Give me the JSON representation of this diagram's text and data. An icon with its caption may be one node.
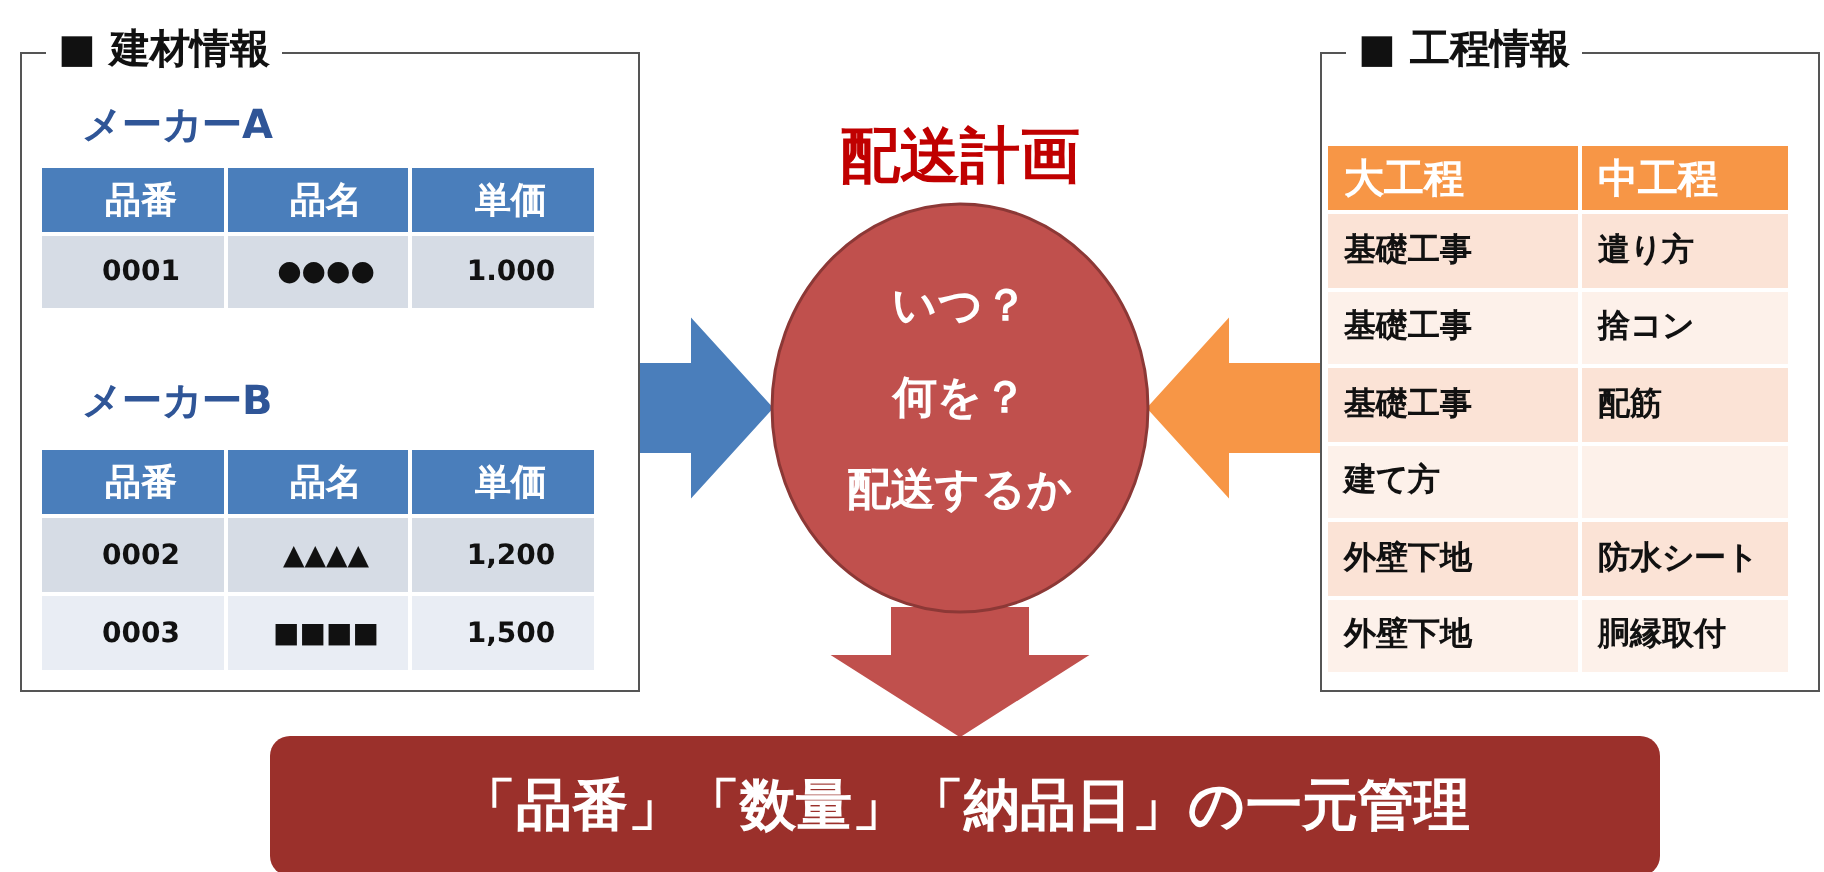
{
  "diagram": {
    "nodes": [
      {
        "text": [
          "■ 建材情報"
        ]
      },
      {
        "text": [
          "配送計画",
          "いつ？",
          "何を？",
          "配送するか"
        ]
      },
      {
        "text": [
          "■ 工程情報"
        ]
      },
      {
        "text": [
          "「品番」「数量」「納品日」の一元管理"
        ]
      }
    ],
    "edges": [
      {
        "from": 0,
        "to": 1,
        "arrow": "to",
        "color": "#4a7ebb"
      },
      {
        "from": 2,
        "to": 1,
        "arrow": "to",
        "color": "#f79646"
      },
      {
        "from": 1,
        "to": 3,
        "arrow": "to",
        "color": "#c0504d"
      }
    ],
    "labels": [
      "メーカーA",
      "品番",
      "品名",
      "単価",
      "0001",
      "●●●●",
      "1.000",
      "メーカーB",
      "品番",
      "品名",
      "単価",
      "0002",
      "▲▲▲▲",
      "1,200",
      "0003",
      "■■■■",
      "1,500",
      "大工程",
      "中工程",
      "基礎工事",
      "遣り方",
      "基礎工事",
      "捨コン",
      "基礎工事",
      "配筋",
      "建て方",
      "外壁下地",
      "防水シート",
      "外壁下地",
      "胴縁取付"
    ]
  }
}
